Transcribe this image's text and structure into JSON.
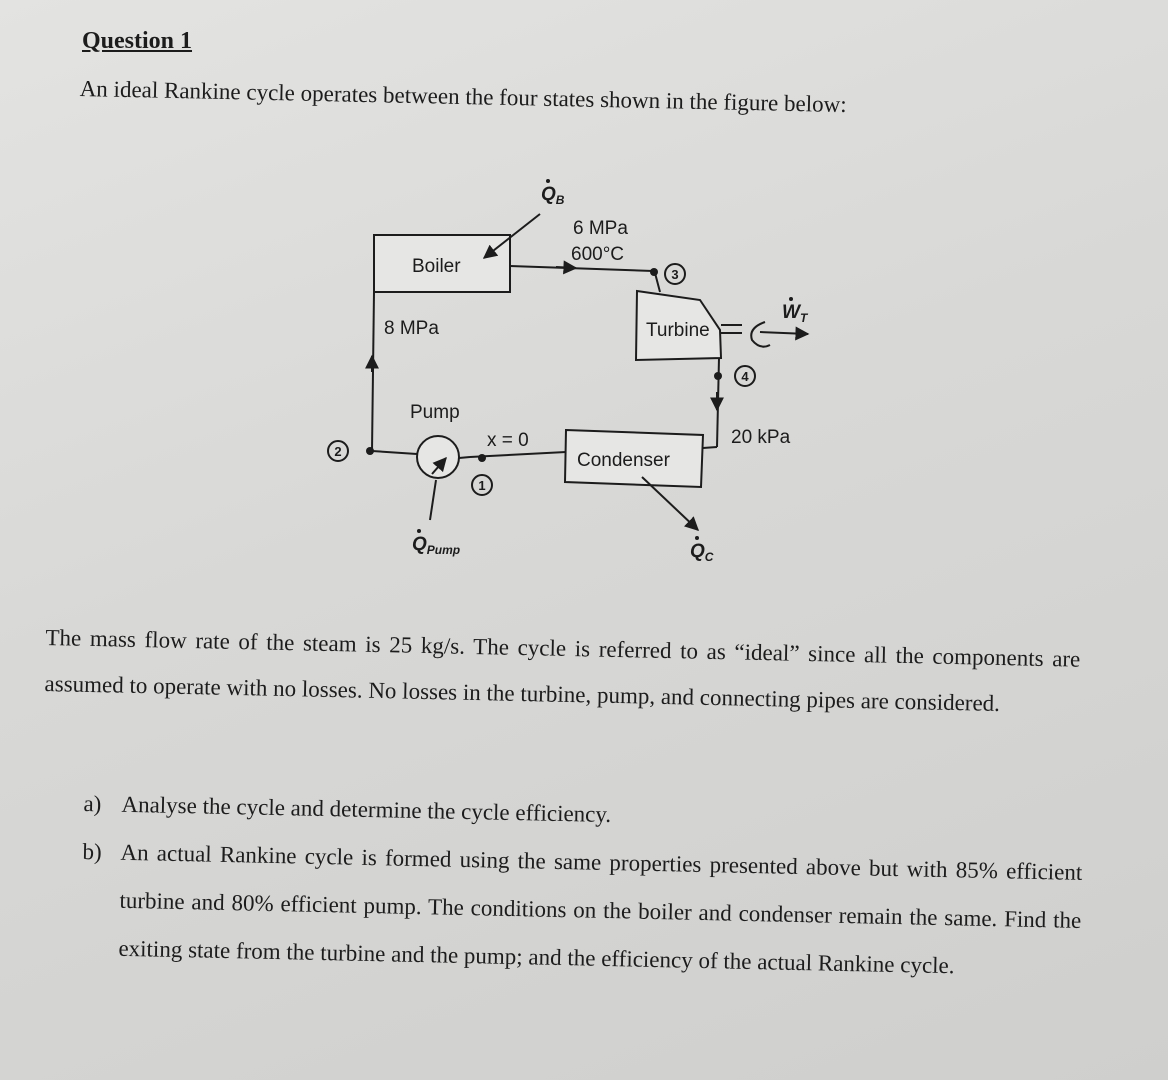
{
  "question": {
    "title": "Question 1",
    "intro": "An ideal Rankine cycle operates between the four states shown in the figure below:"
  },
  "diagram": {
    "boiler": "Boiler",
    "turbine": "Turbine",
    "condenser": "Condenser",
    "pump": "Pump",
    "qb_main": "Q",
    "qb_sub": "B",
    "state3_pressure": "6 MPa",
    "state3_temperature": "600°C",
    "boiler_pressure": "8 MPa",
    "quality": "x = 0",
    "condenser_pressure": "20 kPa",
    "wt_main": "W",
    "wt_sub": "T",
    "qc_main": "Q",
    "qc_sub": "C",
    "qpump_main": "Q",
    "qpump_sub": "Pump",
    "state1": "1",
    "state2": "2",
    "state3": "3",
    "state4": "4"
  },
  "body": {
    "paragraph": "The mass flow rate of the steam is 25 kg/s. The cycle is referred to as “ideal” since all the components are assumed to operate with no losses. No losses in the turbine, pump, and connecting pipes are considered.",
    "items": [
      {
        "marker": "a)",
        "text": "Analyse the cycle and determine the cycle efficiency."
      },
      {
        "marker": "b)",
        "text": "An actual Rankine cycle is formed using the same properties presented above but with 85% efficient turbine and 80% efficient pump. The conditions on the boiler and condenser remain the same. Find the exiting state from the turbine and the pump; and the efficiency of the actual Rankine cycle."
      }
    ]
  }
}
